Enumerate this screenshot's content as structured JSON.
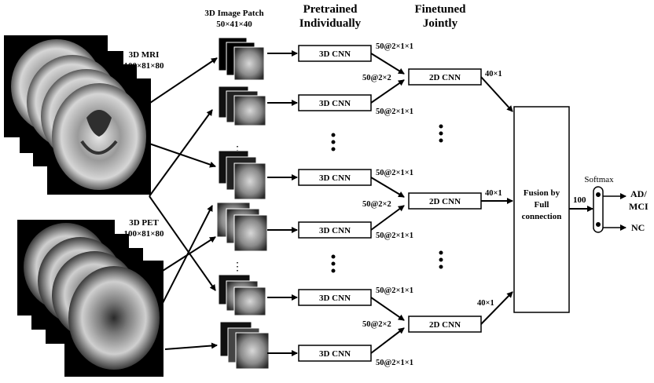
{
  "headers": {
    "patch_title": "3D Image Patch",
    "patch_size": "50×41×40",
    "pretrained_line1": "Pretrained",
    "pretrained_line2": "Individually",
    "finetuned_line1": "Finetuned",
    "finetuned_line2": "Jointly"
  },
  "mri": {
    "title": "3D MRI",
    "dims": "100×81×80"
  },
  "pet": {
    "title": "3D PET",
    "dims": "100×81×80"
  },
  "cnn3d_label": "3D CNN",
  "cnn2d_label": "2D CNN",
  "feat_3d_out": "50@2×1×1",
  "feat_2d_in": "50@2×2",
  "feat_2d_out": "40×1",
  "fusion": {
    "line1": "Fusion by",
    "line2": "Full",
    "line3": "connection"
  },
  "fusion_out": "100",
  "softmax": {
    "title": "Softmax",
    "class1_line1": "AD/",
    "class1_line2": "MCI",
    "class2": "NC"
  },
  "colors": {
    "background": "#ffffff",
    "line": "#000000",
    "box_fill": "#ffffff"
  }
}
